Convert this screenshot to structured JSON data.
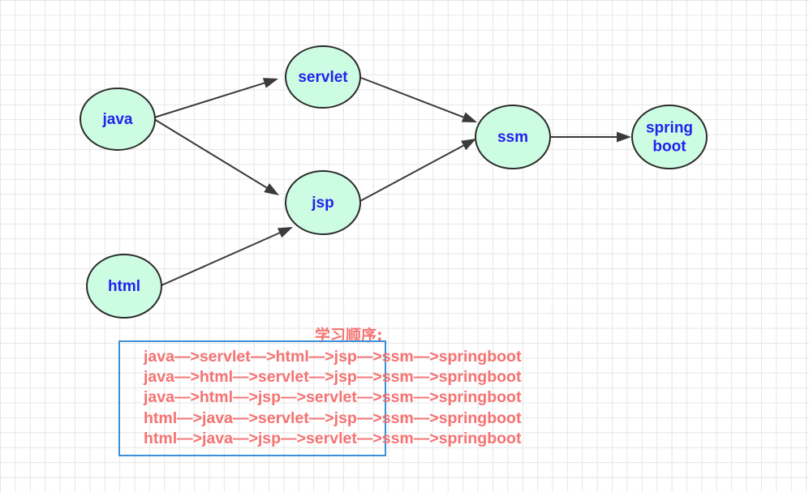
{
  "nodes": [
    {
      "id": "java",
      "lines": [
        "java"
      ]
    },
    {
      "id": "servlet",
      "lines": [
        "servlet"
      ]
    },
    {
      "id": "jsp",
      "lines": [
        "jsp"
      ]
    },
    {
      "id": "html",
      "lines": [
        "html"
      ]
    },
    {
      "id": "ssm",
      "lines": [
        "ssm"
      ]
    },
    {
      "id": "springboot",
      "lines": [
        "spring",
        "boot"
      ]
    }
  ],
  "edges": [
    {
      "from": "java",
      "to": "servlet"
    },
    {
      "from": "java",
      "to": "jsp"
    },
    {
      "from": "html",
      "to": "jsp"
    },
    {
      "from": "servlet",
      "to": "ssm"
    },
    {
      "from": "jsp",
      "to": "ssm"
    },
    {
      "from": "ssm",
      "to": "springboot"
    }
  ],
  "colors": {
    "node_fill": "#ccfce2",
    "node_stroke": "#2b2b2b",
    "node_text": "#2222ee",
    "edge": "#3a3a3a",
    "order_text": "#f57272",
    "box_border": "#3b8fd6",
    "grid": "#e6e6e6"
  },
  "order": {
    "heading": "学习顺序:",
    "lines": [
      "java—>servlet—>html—>jsp—>ssm—>springboot",
      "java—>html—>servlet—>jsp—>ssm—>springboot",
      "java—>html—>jsp—>servlet—>ssm—>springboot",
      "html—>java—>servlet—>jsp—>ssm—>springboot",
      "html—>java—>jsp—>servlet—>ssm—>springboot"
    ]
  }
}
